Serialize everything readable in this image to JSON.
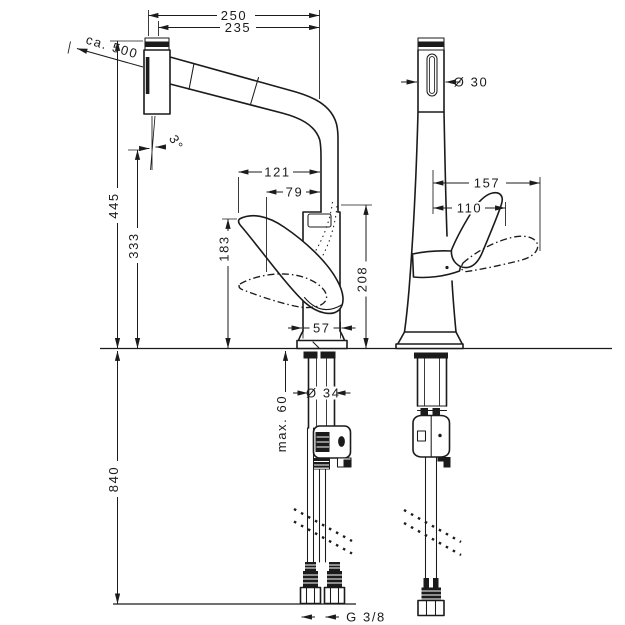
{
  "colors": {
    "ink": "#1b1b1b",
    "paper": "#ffffff"
  },
  "drawing": {
    "dims": {
      "d250": "250",
      "d235": "235",
      "hose_pullout": "ca. 500",
      "angle": "3°",
      "d445": "445",
      "d333": "333",
      "d121": "121",
      "d79": "79",
      "d183": "183",
      "d208": "208",
      "d57": "57",
      "dia34": "Ø 34",
      "max60": "max. 60",
      "d840": "840",
      "thread": "G 3/8",
      "dia30": "Ø 30",
      "d157": "157",
      "d110": "110"
    }
  }
}
